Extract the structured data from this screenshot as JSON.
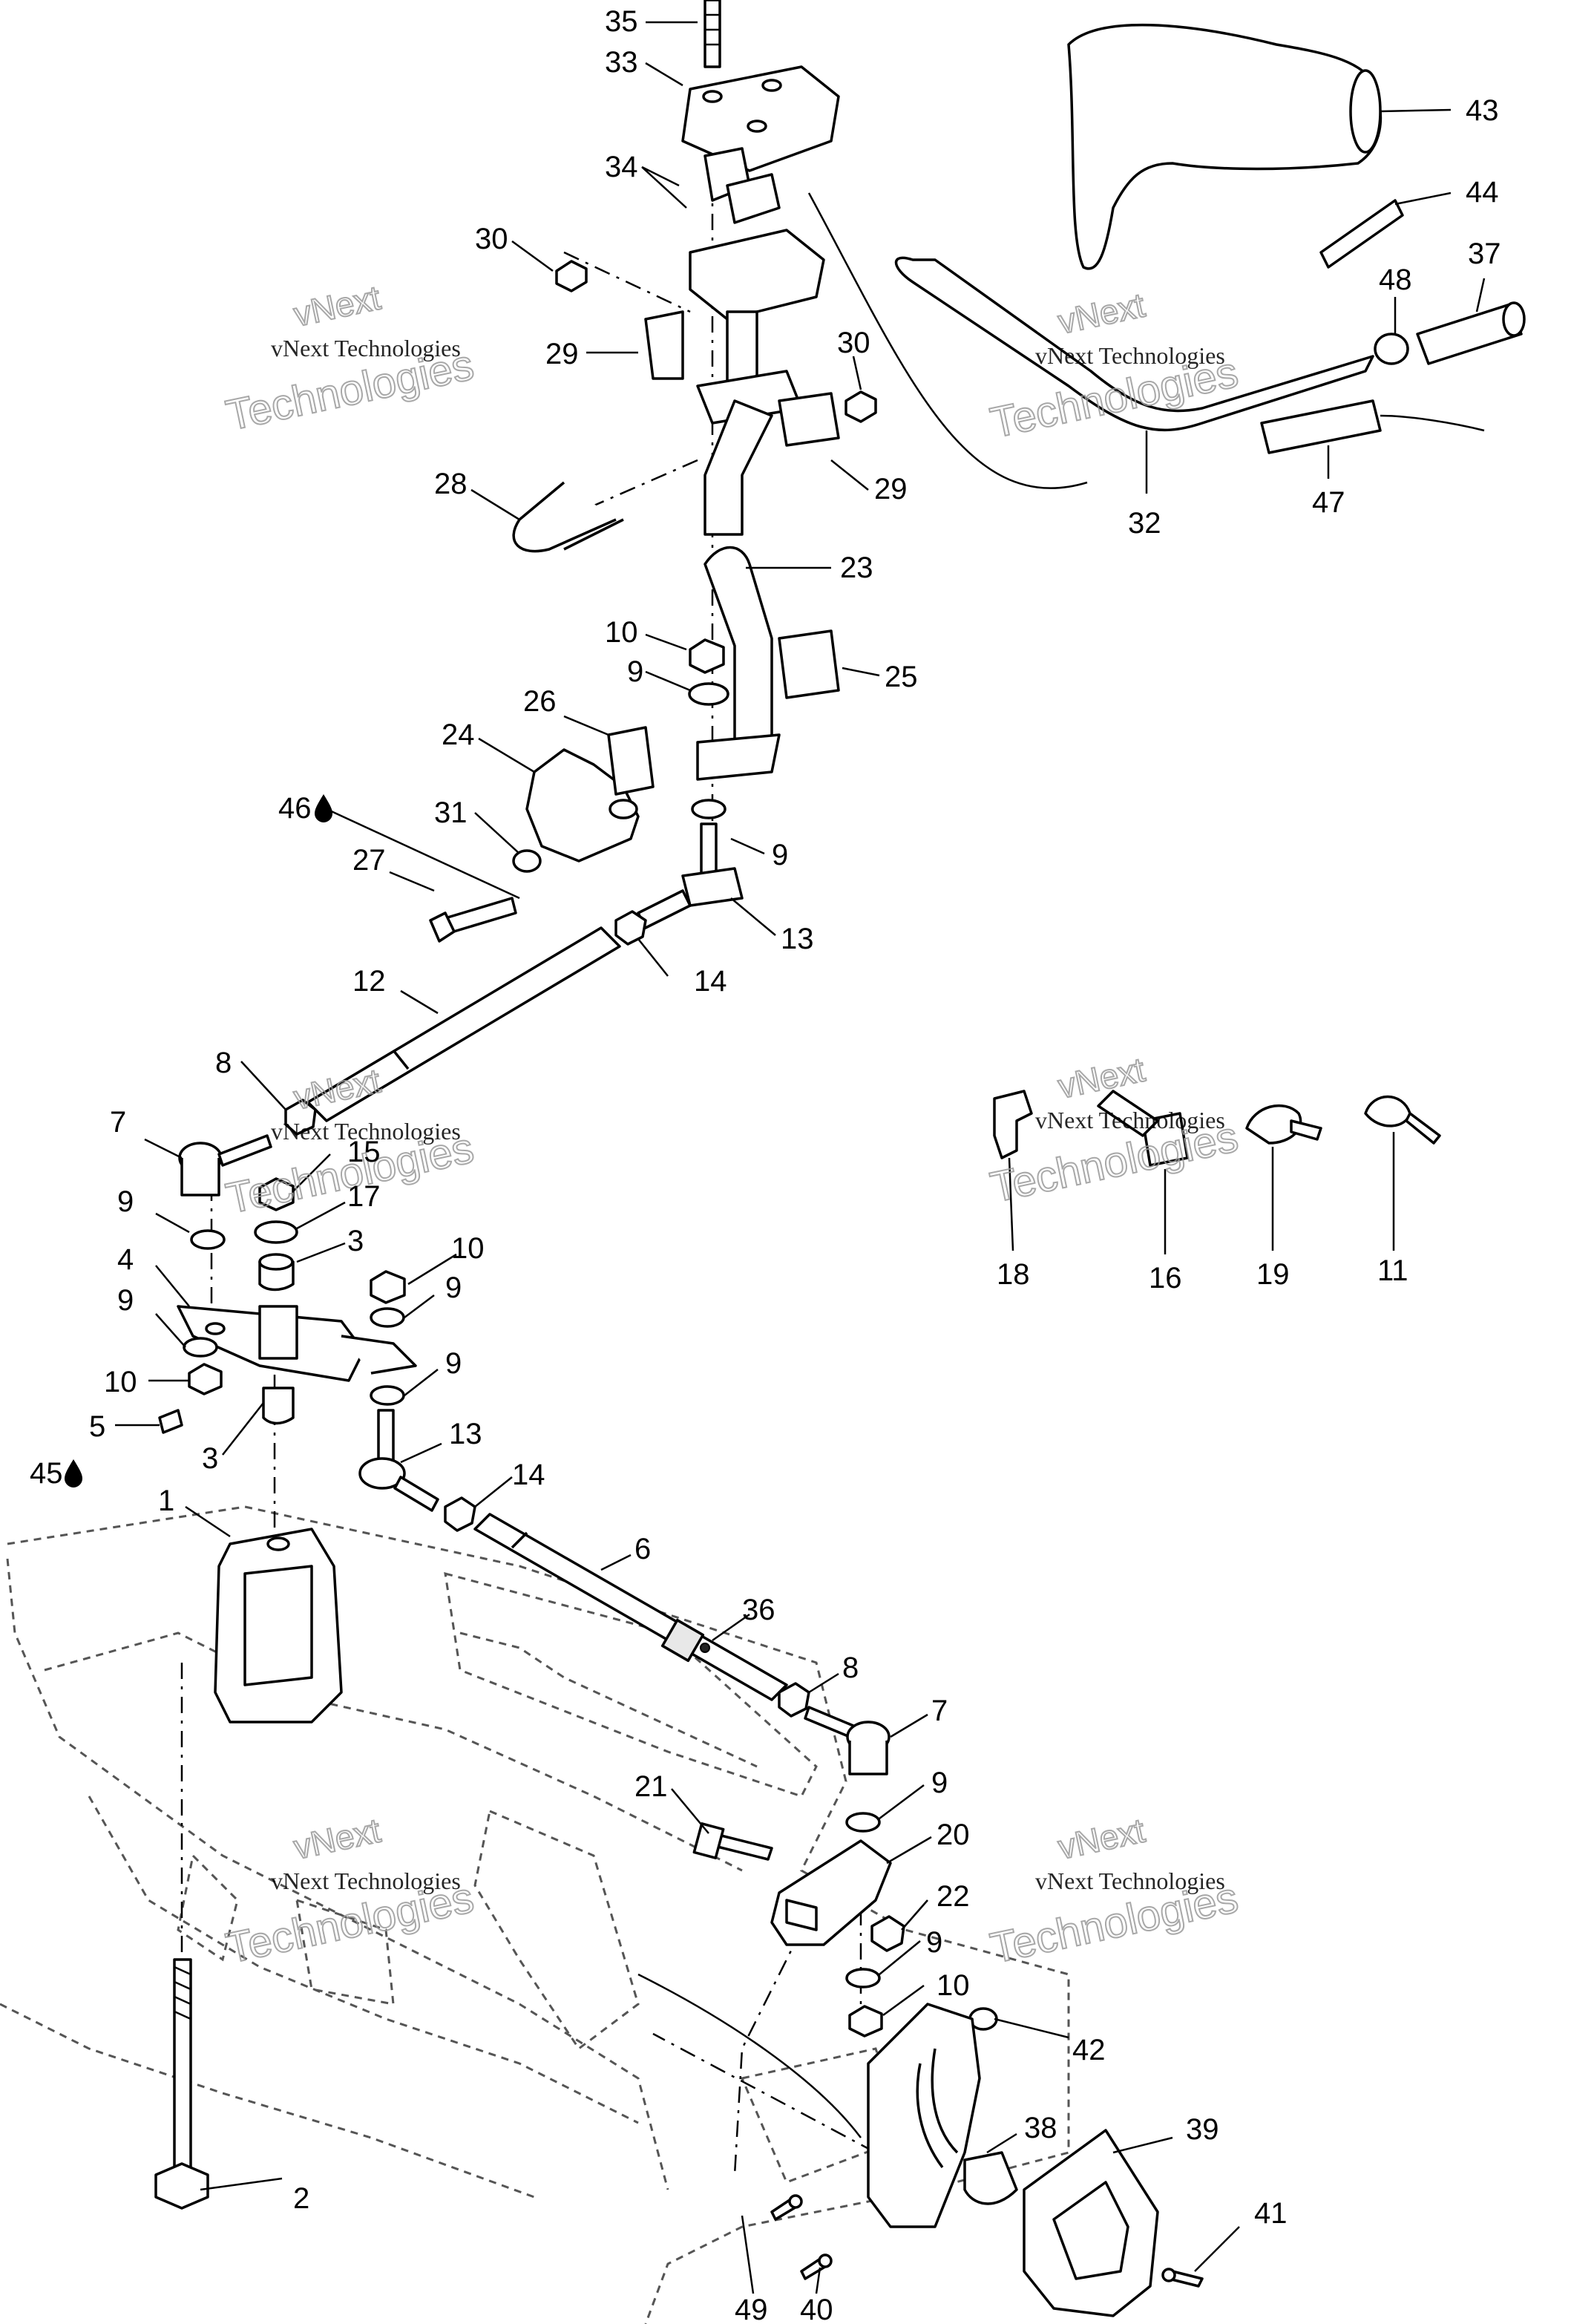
{
  "watermark": {
    "line1": "vNext",
    "line2": "vNext Technologies",
    "line3": "Technologies"
  },
  "callouts": [
    {
      "id": "c35",
      "text": "35"
    },
    {
      "id": "c33",
      "text": "33"
    },
    {
      "id": "c34",
      "text": "34"
    },
    {
      "id": "c30a",
      "text": "30"
    },
    {
      "id": "c29a",
      "text": "29"
    },
    {
      "id": "c30b",
      "text": "30"
    },
    {
      "id": "c29b",
      "text": "29"
    },
    {
      "id": "c28",
      "text": "28"
    },
    {
      "id": "c23",
      "text": "23"
    },
    {
      "id": "c10a",
      "text": "10"
    },
    {
      "id": "c9a",
      "text": "9"
    },
    {
      "id": "c25",
      "text": "25"
    },
    {
      "id": "c26",
      "text": "26"
    },
    {
      "id": "c24",
      "text": "24"
    },
    {
      "id": "c46",
      "text": "46"
    },
    {
      "id": "c31",
      "text": "31"
    },
    {
      "id": "c27",
      "text": "27"
    },
    {
      "id": "c9b",
      "text": "9"
    },
    {
      "id": "c13a",
      "text": "13"
    },
    {
      "id": "c14a",
      "text": "14"
    },
    {
      "id": "c12",
      "text": "12"
    },
    {
      "id": "c8a",
      "text": "8"
    },
    {
      "id": "c7a",
      "text": "7"
    },
    {
      "id": "c15",
      "text": "15"
    },
    {
      "id": "c9c",
      "text": "9"
    },
    {
      "id": "c17",
      "text": "17"
    },
    {
      "id": "c3a",
      "text": "3"
    },
    {
      "id": "c4",
      "text": "4"
    },
    {
      "id": "c10b",
      "text": "10"
    },
    {
      "id": "c9d",
      "text": "9"
    },
    {
      "id": "c9e",
      "text": "9"
    },
    {
      "id": "c10c",
      "text": "10"
    },
    {
      "id": "c9f",
      "text": "9"
    },
    {
      "id": "c5",
      "text": "5"
    },
    {
      "id": "c45",
      "text": "45"
    },
    {
      "id": "c3b",
      "text": "3"
    },
    {
      "id": "c13b",
      "text": "13"
    },
    {
      "id": "c14b",
      "text": "14"
    },
    {
      "id": "c1",
      "text": "1"
    },
    {
      "id": "c6",
      "text": "6"
    },
    {
      "id": "c36",
      "text": "36"
    },
    {
      "id": "c8b",
      "text": "8"
    },
    {
      "id": "c7b",
      "text": "7"
    },
    {
      "id": "c9g",
      "text": "9"
    },
    {
      "id": "c21",
      "text": "21"
    },
    {
      "id": "c20",
      "text": "20"
    },
    {
      "id": "c22",
      "text": "22"
    },
    {
      "id": "c9h",
      "text": "9"
    },
    {
      "id": "c10d",
      "text": "10"
    },
    {
      "id": "c42",
      "text": "42"
    },
    {
      "id": "c2",
      "text": "2"
    },
    {
      "id": "c38",
      "text": "38"
    },
    {
      "id": "c39",
      "text": "39"
    },
    {
      "id": "c41",
      "text": "41"
    },
    {
      "id": "c49",
      "text": "49"
    },
    {
      "id": "c40",
      "text": "40"
    },
    {
      "id": "c43",
      "text": "43"
    },
    {
      "id": "c44",
      "text": "44"
    },
    {
      "id": "c48",
      "text": "48"
    },
    {
      "id": "c37",
      "text": "37"
    },
    {
      "id": "c32",
      "text": "32"
    },
    {
      "id": "c47",
      "text": "47"
    },
    {
      "id": "c18",
      "text": "18"
    },
    {
      "id": "c16",
      "text": "16"
    },
    {
      "id": "c19",
      "text": "19"
    },
    {
      "id": "c11",
      "text": "11"
    }
  ],
  "icons": {
    "lubricant": "oil-drop-icon"
  }
}
